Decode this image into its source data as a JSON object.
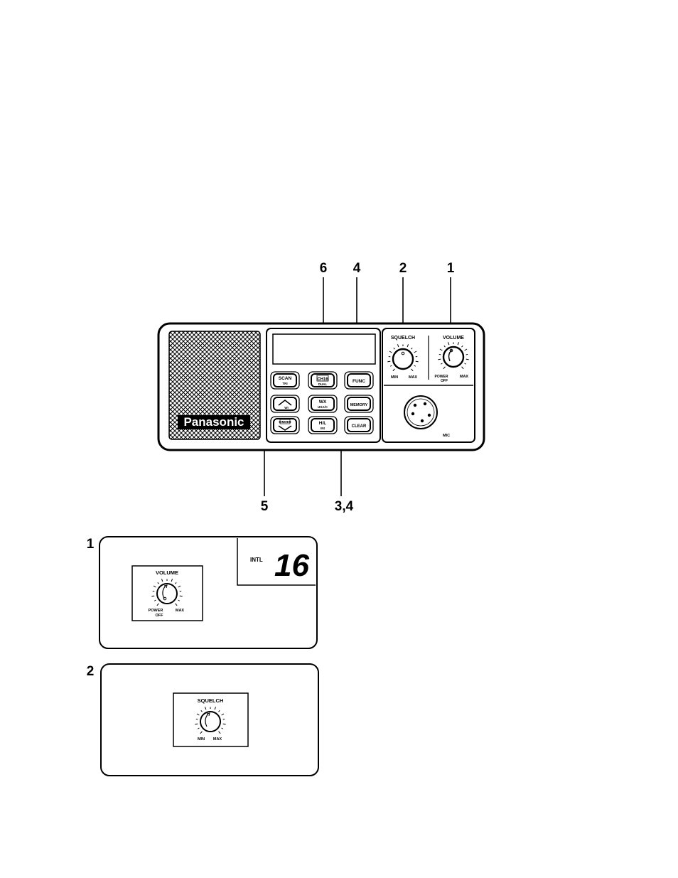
{
  "callouts": {
    "c6": "6",
    "c4": "4",
    "c2": "2",
    "c1": "1",
    "c5": "5",
    "c34": "3,4"
  },
  "radio": {
    "brand": "Panasonic",
    "squelch_label": "SQUELCH",
    "squelch_min": "MIN",
    "squelch_max": "MAX",
    "volume_label": "VOLUME",
    "volume_power": "POWER",
    "volume_off": "OFF",
    "volume_max": "MAX",
    "mic_label": "MIC",
    "buttons": {
      "scan_top": "SCAN",
      "scan_bottom": "TRI",
      "ch16_top": "CH16",
      "ch16_bottom": "DUAL",
      "func": "FUNC",
      "up_sub": "WI",
      "wx_top": "WX",
      "wx_bottom": "USA/C",
      "memory": "MEMORY",
      "down_sub": "DIMMER",
      "hl_top": "H/L",
      "hl_bottom": "INt",
      "clear": "CLEAR"
    }
  },
  "detail1": {
    "number": "1",
    "mode": "INTL",
    "channel": "16",
    "knob_label": "VOLUME",
    "power": "POWER",
    "off": "OFF",
    "max": "MAX"
  },
  "detail2": {
    "number": "2",
    "knob_label": "SQUELCH",
    "min": "MIN",
    "max": "MAX"
  }
}
